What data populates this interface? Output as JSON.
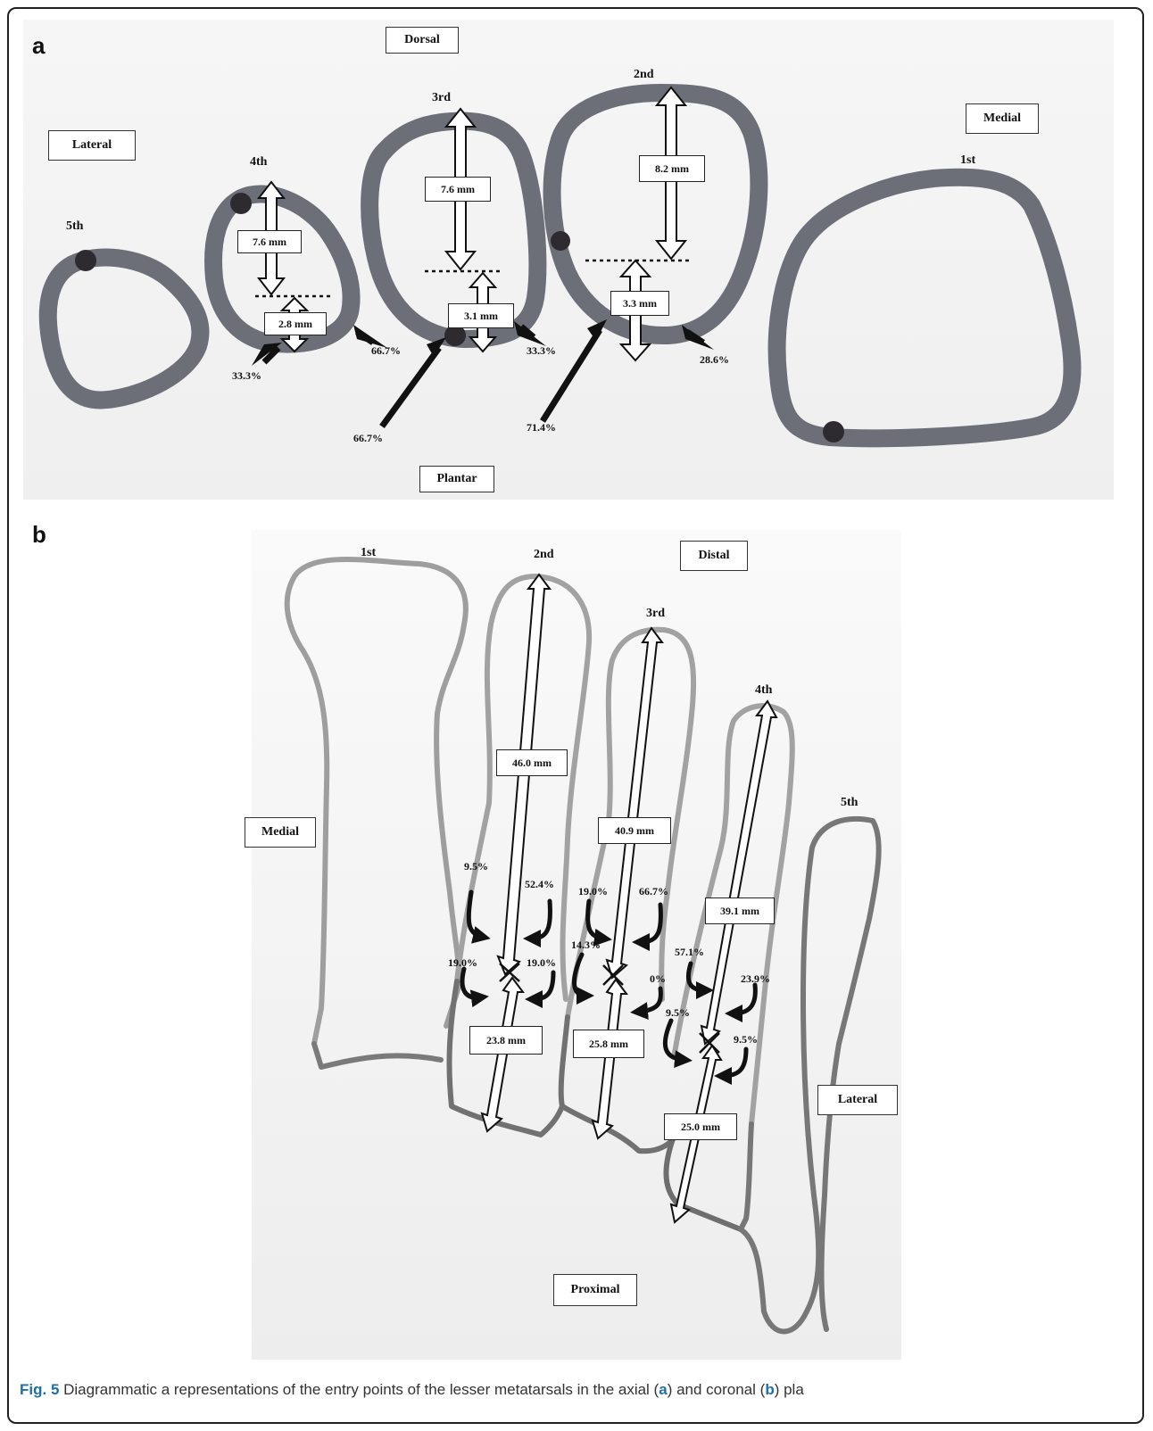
{
  "panel_a": {
    "letter": "a",
    "orientation": {
      "dorsal": "Dorsal",
      "plantar": "Plantar",
      "lateral": "Lateral",
      "medial": "Medial"
    },
    "bones": {
      "fifth": "5th",
      "fourth": "4th",
      "third": "3rd",
      "second": "2nd",
      "first": "1st"
    },
    "measurements": {
      "fourth_dorsal": "7.6 mm",
      "fourth_plantar": "2.8 mm",
      "third_dorsal": "7.6 mm",
      "third_plantar": "3.1 mm",
      "second_dorsal": "8.2 mm",
      "second_plantar": "3.3 mm"
    },
    "percentages": {
      "fourth_left": "33.3%",
      "fourth_right": "66.7%",
      "third_left": "66.7%",
      "third_right": "33.3%",
      "second_left": "71.4%",
      "second_right": "28.6%"
    }
  },
  "panel_b": {
    "letter": "b",
    "orientation": {
      "distal": "Distal",
      "proximal": "Proximal",
      "medial": "Medial",
      "lateral": "Lateral"
    },
    "bones": {
      "first": "1st",
      "second": "2nd",
      "third": "3rd",
      "fourth": "4th",
      "fifth": "5th"
    },
    "measurements": {
      "second_distal": "46.0 mm",
      "second_proximal": "23.8 mm",
      "third_distal": "40.9 mm",
      "third_proximal": "25.8 mm",
      "fourth_distal": "39.1 mm",
      "fourth_proximal": "25.0 mm"
    },
    "percentages": {
      "second_ul": "9.5%",
      "second_ur": "52.4%",
      "second_ll": "19.0%",
      "second_lr": "19.0%",
      "third_ul": "19.0%",
      "third_ur": "66.7%",
      "third_ll": "14.3%",
      "third_lr": "0%",
      "fourth_ul": "57.1%",
      "fourth_ur": "23.9%",
      "fourth_ll": "9.5%",
      "fourth_lr": "9.5%"
    }
  },
  "caption": {
    "prefix": "Fig. 5",
    "text_1": " Diagrammatic a representations of the entry points of the lesser metatarsals in the axial (",
    "a": "a",
    "text_2": ") and coronal (",
    "b": "b",
    "text_3": ") pla"
  }
}
